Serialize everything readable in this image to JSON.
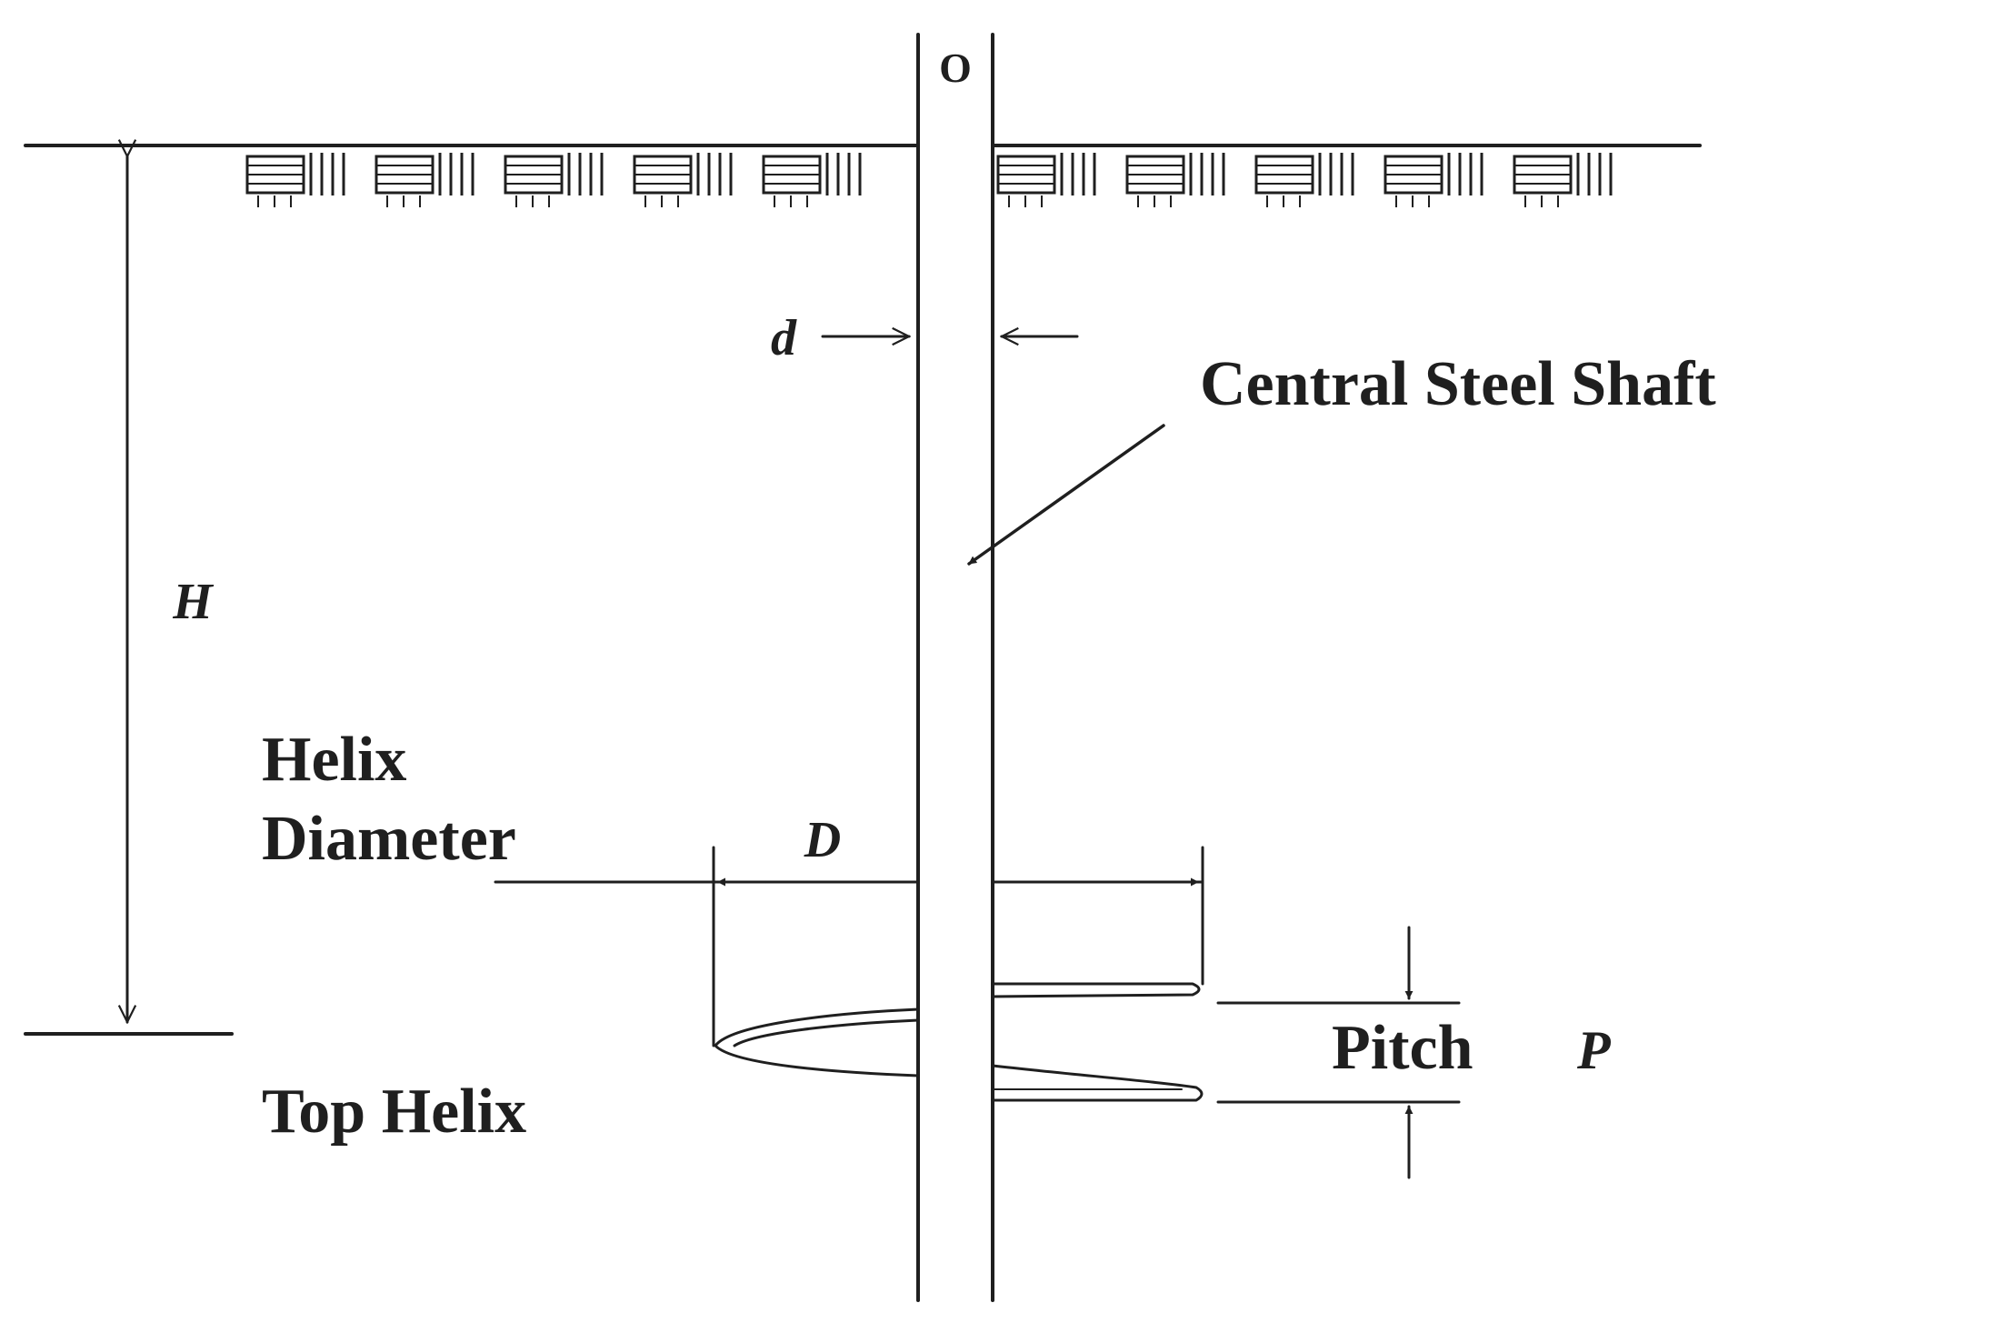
{
  "labels": {
    "shaft_top_mark": "O",
    "shaft_diameter_symbol": "d",
    "central_steel_shaft": "Central Steel Shaft",
    "depth_symbol": "H",
    "helix_diameter_line1": "Helix",
    "helix_diameter_line2": "Diameter",
    "helix_diameter_symbol": "D",
    "pitch_label": "Pitch",
    "pitch_symbol": "P",
    "top_helix": "Top Helix"
  },
  "colors": {
    "ink": "#1f1f1f",
    "background": "#ffffff"
  }
}
